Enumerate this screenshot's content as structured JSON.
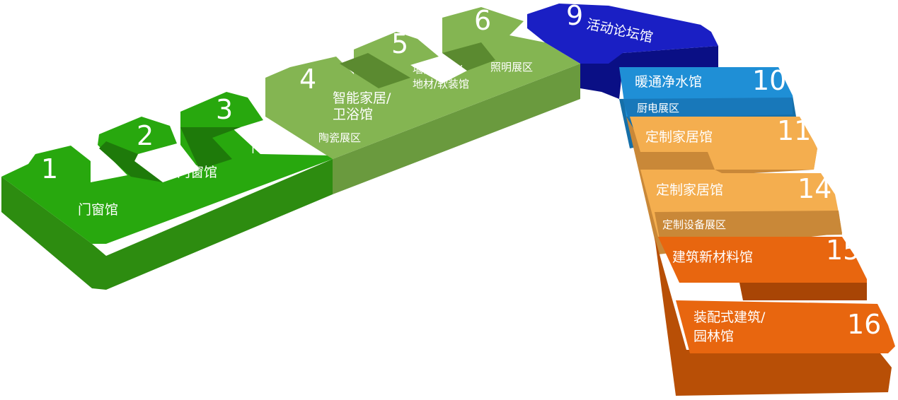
{
  "halls": [
    {
      "id": "h1",
      "number": "1",
      "labels": [
        "门窗馆"
      ],
      "color": "#3aa617"
    },
    {
      "id": "h2",
      "number": "2",
      "labels": [
        "门窗馆"
      ],
      "color": "#3aa617"
    },
    {
      "id": "h3",
      "number": "3",
      "labels": [
        "门窗馆"
      ],
      "color": "#3aa617"
    },
    {
      "id": "h4",
      "number": "4",
      "labels": [
        "智能家居/",
        "卫浴馆"
      ],
      "sublabel": "陶瓷展区",
      "color": "#7db44a"
    },
    {
      "id": "h5",
      "number": "5",
      "labels": [
        "墙面/吊顶/",
        "地材/软装馆"
      ],
      "color": "#7db44a"
    },
    {
      "id": "h6",
      "number": "6",
      "labels": [
        "照明展区"
      ],
      "color": "#7db44a"
    },
    {
      "id": "h9",
      "number": "9",
      "labels": [
        "活动论坛馆"
      ],
      "color": "#1a1fc4"
    },
    {
      "id": "h10",
      "number": "10",
      "labels": [
        "暖通净水馆"
      ],
      "sublabel": "厨电展区",
      "color": "#1f8fd6"
    },
    {
      "id": "h11",
      "number": "11",
      "labels": [
        "定制家居馆"
      ],
      "color": "#f2a94a"
    },
    {
      "id": "h14",
      "number": "14",
      "labels": [
        "定制家居馆"
      ],
      "sublabel": "定制设备展区",
      "color": "#f2a94a"
    },
    {
      "id": "h15",
      "number": "15",
      "labels": [
        "建筑新材料馆"
      ],
      "color": "#e5650e"
    },
    {
      "id": "h16",
      "number": "16",
      "labels": [
        "装配式建筑/",
        "园林馆"
      ],
      "color": "#e5650e"
    }
  ]
}
